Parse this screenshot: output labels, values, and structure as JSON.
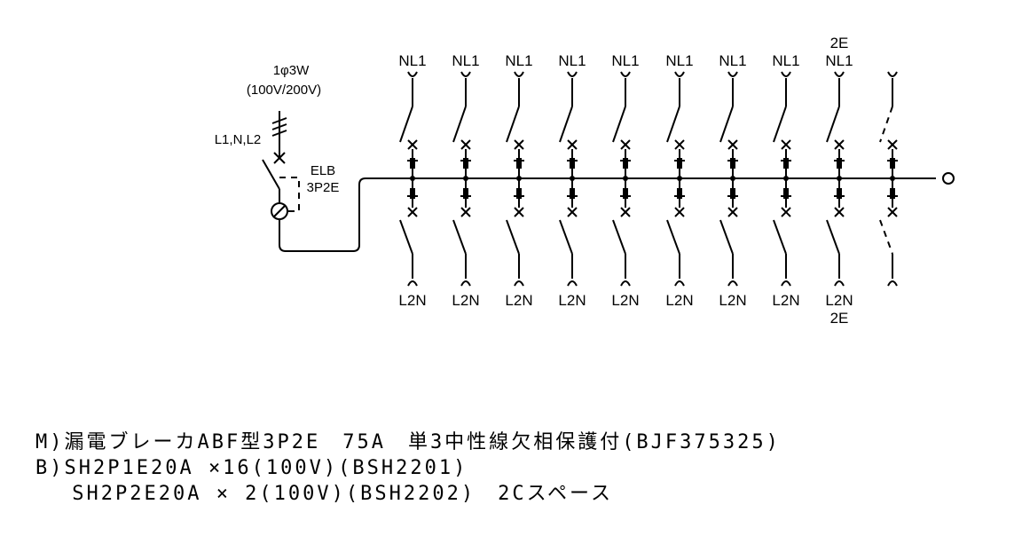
{
  "supply": {
    "phase_label": "1φ3W",
    "voltage_label": "(100V/200V)",
    "lines_label": "L1,N,L2"
  },
  "main_breaker": {
    "name": "ELB",
    "poles": "3P2E"
  },
  "branches": [
    {
      "top": "NL1",
      "top_extra": "",
      "bottom": "L2N",
      "bottom_extra": "",
      "spare": false
    },
    {
      "top": "NL1",
      "top_extra": "",
      "bottom": "L2N",
      "bottom_extra": "",
      "spare": false
    },
    {
      "top": "NL1",
      "top_extra": "",
      "bottom": "L2N",
      "bottom_extra": "",
      "spare": false
    },
    {
      "top": "NL1",
      "top_extra": "",
      "bottom": "L2N",
      "bottom_extra": "",
      "spare": false
    },
    {
      "top": "NL1",
      "top_extra": "",
      "bottom": "L2N",
      "bottom_extra": "",
      "spare": false
    },
    {
      "top": "NL1",
      "top_extra": "",
      "bottom": "L2N",
      "bottom_extra": "",
      "spare": false
    },
    {
      "top": "NL1",
      "top_extra": "",
      "bottom": "L2N",
      "bottom_extra": "",
      "spare": false
    },
    {
      "top": "NL1",
      "top_extra": "",
      "bottom": "L2N",
      "bottom_extra": "",
      "spare": false
    },
    {
      "top": "NL1",
      "top_extra": "2E",
      "bottom": "L2N",
      "bottom_extra": "2E",
      "spare": false
    },
    {
      "top": "",
      "top_extra": "",
      "bottom": "",
      "bottom_extra": "",
      "spare": true
    }
  ],
  "spec_lines": [
    "M)漏電ブレーカABF型3P2E　75A　単3中性線欠相保護付(BJF375325)",
    "B)SH2P1E20A ×16(100V)(BSH2201)",
    "　 SH2P2E20A × 2(100V)(BSH2202)　2Cスペース"
  ]
}
